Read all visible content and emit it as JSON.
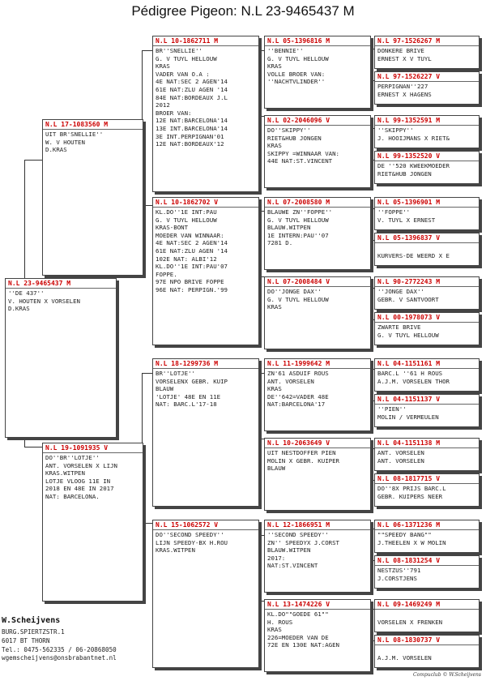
{
  "title": "Pédigree Pigeon: N.L 23-9465437 M",
  "pigeons": {
    "subject": {
      "ring": "N.L 23-9465437 M",
      "lines": [
        "''DE 437''",
        "V. HOUTEN X VORSELEN",
        "D.KRAS"
      ]
    },
    "sire": {
      "ring": "N.L 17-1083560 M",
      "lines": [
        " UIT BR'SNELLIE''",
        "W. V HOUTEN",
        "D.KRAS"
      ]
    },
    "dam": {
      "ring": "N.L 19-1091935 V",
      "lines": [
        "DO''BR''LOTJE''",
        "ANT. VORSELEN X LIJN",
        "KRAS.WITPEN",
        "LOTJE VLOOG 11E IN",
        "2018 EN 48E IN 2017",
        "NAT: BARCELONA."
      ]
    },
    "ss": {
      "ring": "N.L 10-1862711 M",
      "lines": [
        "BR''SNELLIE''",
        "G. V TUYL HELLOUW",
        "KRAS",
        "VADER VAN O.A :",
        "4E NAT:SEC 2 AGEN'14",
        "61E NAT:ZLU AGEN '14",
        "84E NAT:BORDEAUX J.L",
        "2012",
        "BROER VAN:",
        "12E NAT:BARCELONA'14",
        "13E INT.BARCELONA'14",
        "3E INT.PERPIGNAN'01",
        "12E NAT:BORDEAUX'12"
      ]
    },
    "sd": {
      "ring": "N.L 10-1862702 V",
      "lines": [
        "KL.DO''1E INT:PAU",
        "G. V TUYL HELLOUW",
        "KRAS-BONT",
        "MOEDER VAN WINNAAR:",
        "4E NAT:SEC 2 AGEN'14",
        "61E NAT:ZLU AGEN '14",
        "102E NAT: ALBI'12",
        "KL.DO''1E INT:PAU'07",
        "FOPPE.",
        "97E NPO BRIVE FOPPE",
        "96E NAT: PERPIGN.'99"
      ]
    },
    "ds": {
      "ring": "N.L 18-1299736 M",
      "lines": [
        "BR''LOTJE''",
        "VORSELENX GEBR. KUIP",
        "BLAUW",
        "'LOTJE' 48E EN 11E",
        "NAT: BARC.L'17-18"
      ]
    },
    "dd": {
      "ring": "N.L 15-1062572 V",
      "lines": [
        "DO''SECOND SPEEDY''",
        "LIJN SPEEDY-BX H.ROU",
        "KRAS.WITPEN"
      ]
    },
    "sss": {
      "ring": "N.L 05-1396816 M",
      "lines": [
        "''BENNIE''",
        "G. V TUYL HELLOUW",
        "KRAS",
        "VOLLE BROER VAN:",
        "''NACHTVLINDER''"
      ]
    },
    "ssd": {
      "ring": "N.L 02-2046096 V",
      "lines": [
        "DO''SKIPPY''",
        "RIET&HUB JONGEN",
        "KRAS",
        "SKIPPY =WINNAAR VAN:",
        "44E NAT:ST.VINCENT"
      ]
    },
    "sds": {
      "ring": "N.L 07-2008580 M",
      "lines": [
        "BLAUWE ZN''FOPPE''",
        "G. V TUYL HELLOUW",
        "BLAUW.WITPEN",
        "1E INTERN:PAU''07",
        "7281 D."
      ]
    },
    "sdd": {
      "ring": "N.L 07-2008484 V",
      "lines": [
        "DO''JONGE DAX''",
        "G. V TUYL HELLOUW",
        "KRAS"
      ]
    },
    "dss": {
      "ring": "N.L 11-1999642 M",
      "lines": [
        "ZN'61 ASDUIF ROUS",
        "ANT. VORSELEN",
        "KRAS",
        "DE''642=VADER 48E",
        "NAT:BARCELONA'17"
      ]
    },
    "dsd": {
      "ring": "N.L 10-2063649 V",
      "lines": [
        "UIT NESTDOFFER PIEN",
        "MOLIN X GEBR. KUIPER",
        "BLAUW"
      ]
    },
    "dds": {
      "ring": "N.L 12-1866951 M",
      "lines": [
        "''SECOND SPEEDY''",
        "ZN'' SPEEDYX J.CORST",
        "BLAUW.WITPEN",
        "2017:",
        "NAT:ST.VINCENT"
      ]
    },
    "ddd": {
      "ring": "N.L 13-1474226 V",
      "lines": [
        "KL.DO\"\"GOEDE 61\"\"",
        "H. ROUS",
        "KRAS",
        "226=MOEDER VAN DE",
        "72E EN 130E NAT:AGEN"
      ]
    },
    "g1": {
      "ring": "N.L 97-1526267 M",
      "lines": [
        "DONKERE BRIVE",
        "ERNEST X V TUYL"
      ]
    },
    "g2": {
      "ring": "N.L 97-1526227 V",
      "lines": [
        "PERPIGNAN''227",
        "ERNEST X HAGENS"
      ]
    },
    "g3": {
      "ring": "N.L 99-1352591 M",
      "lines": [
        "''SKIPPY''",
        "J. HOOIJMANS X RIET&"
      ]
    },
    "g4": {
      "ring": "N.L 99-1352520 V",
      "lines": [
        "DE ''520 KWEEKMOEDER",
        "RIET&HUB JONGEN"
      ]
    },
    "g5": {
      "ring": "N.L 05-1396901 M",
      "lines": [
        "''FOPPE''",
        "V. TUYL X ERNEST"
      ]
    },
    "g6": {
      "ring": "N.L 05-1396837 V",
      "lines": [
        "",
        "KURVERS-DE WEERD X E"
      ]
    },
    "g7": {
      "ring": "N.L 90-2772243 M",
      "lines": [
        "''JONGE DAX''",
        "GEBR. V SANTVOORT"
      ]
    },
    "g8": {
      "ring": "N.L 00-1978073 V",
      "lines": [
        "ZWARTE BRIVE",
        "G. V TUYL HELLOUW"
      ]
    },
    "g9": {
      "ring": "N.L 04-1151161 M",
      "lines": [
        "BARC.L ''61 H ROUS",
        "A.J.M. VORSELEN THOR"
      ]
    },
    "g10": {
      "ring": "N.L 04-1151137 V",
      "lines": [
        "''PIEN''",
        "MOLIN / VERMEULEN"
      ]
    },
    "g11": {
      "ring": "N.L 04-1151138 M",
      "lines": [
        "ANT. VORSELEN",
        "ANT. VORSELEN"
      ]
    },
    "g12": {
      "ring": "N.L 08-1817715 V",
      "lines": [
        "DO''8X PRIJS BARC.L",
        "GEBR. KUIPERS NEER"
      ]
    },
    "g13": {
      "ring": "N.L 06-1371236 M",
      "lines": [
        "\"\"SPEEDY BANG\"\"",
        "J.THEELEN X W MOLIN"
      ]
    },
    "g14": {
      "ring": "N.L 08-1831254 V",
      "lines": [
        "NESTZUS''791",
        "J.CORSTJENS"
      ]
    },
    "g15": {
      "ring": "N.L 09-1469249 M",
      "lines": [
        "",
        "VORSELEN X FRENKEN"
      ]
    },
    "g16": {
      "ring": "N.L 08-1830737 V",
      "lines": [
        "",
        "A.J.M. VORSELEN"
      ]
    }
  },
  "breeder": {
    "name": "W.Scheijvens",
    "address": "BURG.SPIERTZSTR.1",
    "city": "6017 BT  THORN",
    "phone": "Tel.: 0475-562335 / 06-20868050",
    "email": "wgemscheijvens@onsbrabantnet.nl"
  },
  "footer": "Compuclub © W.Scheijvens"
}
